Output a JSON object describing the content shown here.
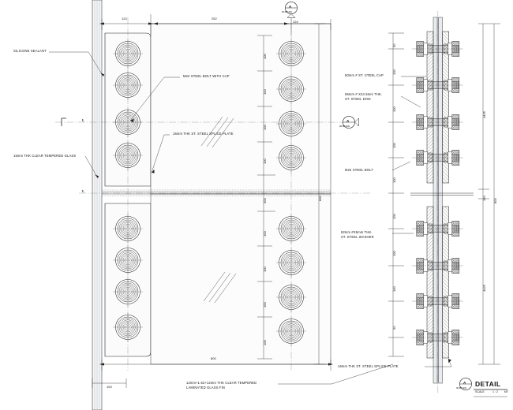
{
  "drawing": {
    "title": "DETAIL",
    "type": "structural-glass-fin-bolt-connection-detail",
    "sheet_size": "650x520"
  },
  "title_block": {
    "detail_label": "DETAIL",
    "scale_label": "SCALE",
    "scale_value": "1 : 2",
    "unit_note": "MT",
    "bubble_mark": "A",
    "bubble_sheet": "00-BT-2W"
  },
  "section_markers": [
    {
      "name": "top-section-marker",
      "mark": "A",
      "sheet": "00-BT-2W"
    },
    {
      "name": "mid-section-marker",
      "mark": "A",
      "sheet": "00-BT-2W"
    }
  ],
  "annotations": {
    "left": [
      {
        "id": "silicone-sealant",
        "text": "SILICONE SEALANT"
      },
      {
        "id": "clear-tempered-glass",
        "text": "15mm THK CLEAR TEMPERED GLASS"
      }
    ],
    "center": [
      {
        "id": "m24-bolt-with-cap",
        "text": "M24 STEEL BOLT WITH CAP"
      },
      {
        "id": "splice-plate-elevation",
        "text": "16mm THK ST. STEEL SPLICE PLATE"
      }
    ],
    "right": [
      {
        "id": "steel-cap",
        "line1": "50mm # ST. STEEL CAP",
        "line2": ""
      },
      {
        "id": "steel-disk",
        "line1": "65mm # X24.5mm THK.",
        "line2": "ST. STEEL DISK"
      },
      {
        "id": "m24-bolt",
        "line1": "M24 STEEL BOLT",
        "line2": ""
      },
      {
        "id": "steel-washer",
        "line1": "82mm #X5mm THK.",
        "line2": "ST. STEEL WASHER"
      },
      {
        "id": "splice-plate-section",
        "line1": "16mm THK ST. STEEL SPLICE PLATE",
        "line2": ""
      }
    ],
    "bottom": [
      {
        "id": "laminated-glass-fin",
        "line1": "12mm+1.52+12mm THK CLEAR TEMPERED",
        "line2": "LAMINATED GLASS FIN"
      }
    ]
  },
  "dimensions": {
    "top_chain": [
      {
        "id": "dim-top-124",
        "value": "124"
      },
      {
        "id": "dim-top-252",
        "value": "252"
      },
      {
        "id": "dim-top-124b",
        "value": "124"
      }
    ],
    "top_right_stack": [
      "1",
      "2",
      "2",
      "0",
      "3",
      "1",
      "1"
    ],
    "left_vertical_chain": [
      {
        "id": "dim-v-100-1",
        "value": "100"
      },
      {
        "id": "dim-v-100-2",
        "value": "100"
      },
      {
        "id": "dim-v-100-3",
        "value": "100"
      },
      {
        "id": "dim-v-100-4",
        "value": "100"
      },
      {
        "id": "dim-v-300",
        "value": "300"
      },
      {
        "id": "dim-v-100-5",
        "value": "100"
      },
      {
        "id": "dim-v-100-6",
        "value": "100"
      },
      {
        "id": "dim-v-100-7",
        "value": "100"
      },
      {
        "id": "dim-v-100-8",
        "value": "100"
      }
    ],
    "overall_height_left": "800",
    "overall_height_right": "800",
    "right_vertical_chain": [
      {
        "id": "dim-r-50",
        "value": "50"
      },
      {
        "id": "dim-r-100-1",
        "value": "100"
      },
      {
        "id": "dim-r-100-2",
        "value": "100"
      },
      {
        "id": "dim-r-100-3",
        "value": "100"
      },
      {
        "id": "dim-r-100-4",
        "value": "100"
      },
      {
        "id": "dim-r-100-5",
        "value": "100"
      },
      {
        "id": "dim-r-100-6",
        "value": "100"
      },
      {
        "id": "dim-r-100-7",
        "value": "100"
      },
      {
        "id": "dim-r-50b",
        "value": "50"
      }
    ],
    "right_outer": [
      {
        "id": "dim-out-4425-top",
        "value": "4425"
      },
      {
        "id": "dim-out-150",
        "value": "150"
      },
      {
        "id": "dim-out-4425-bot",
        "value": "4425"
      }
    ],
    "bottom_width": "800",
    "bottom_left_offset": "100",
    "bottom_stack": [
      "1",
      "1",
      "3"
    ]
  },
  "bolt_rows": {
    "upper_count": 4,
    "lower_count": 4,
    "elevation_columns": 2,
    "section_count": 8
  },
  "centerline_marks": [
    {
      "id": "cl-left-upper",
      "glyph": "℄"
    },
    {
      "id": "cl-left-mid",
      "glyph": "℄"
    }
  ]
}
